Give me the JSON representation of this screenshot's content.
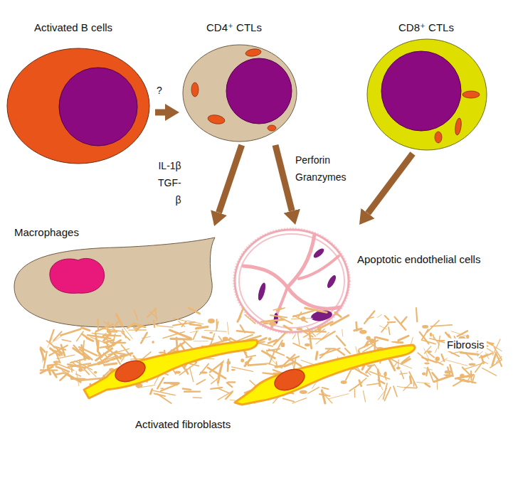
{
  "diagram": {
    "nodes": [
      {
        "text": [
          "Activated B cells"
        ]
      },
      {
        "text": [
          "CD4⁺ CTLs"
        ]
      },
      {
        "text": [
          "CD8⁺ CTLs"
        ]
      },
      {
        "text": [
          "Macrophages"
        ]
      },
      {
        "text": [
          "Apoptotic endothelial cells"
        ]
      },
      {
        "text": [
          "Fibrosis"
        ]
      }
    ],
    "edges": [
      {
        "from": 0,
        "to": 1,
        "label": "?",
        "arrow": "to"
      },
      {
        "from": 1,
        "to": 3,
        "label": "IL-1β TGF-β",
        "arrow": "to"
      },
      {
        "from": 1,
        "to": 4,
        "label": "Perforin Granzymes",
        "arrow": "to"
      },
      {
        "from": 2,
        "to": 4,
        "arrow": "to"
      }
    ],
    "labels": [
      "Activated fibroblasts"
    ]
  }
}
